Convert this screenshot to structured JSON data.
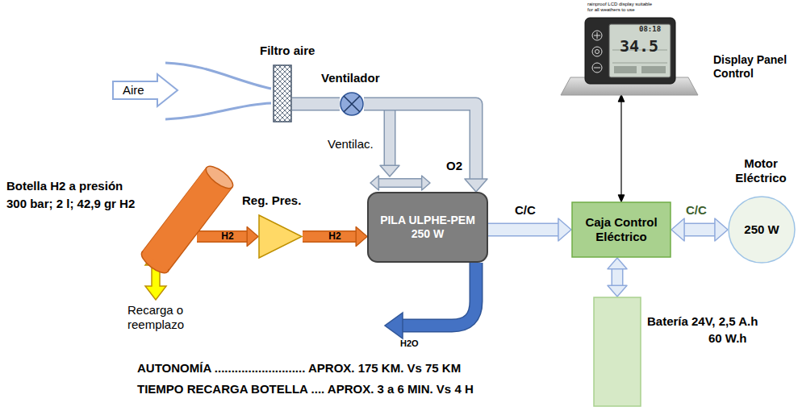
{
  "diagram": {
    "nodes": [
      {
        "text": [
          "Filtro aire"
        ]
      },
      {
        "text": [
          "Ventilador"
        ]
      },
      {
        "text": [
          "Botella H2 a presión",
          "300 bar; 2 l; 42,9 gr H2"
        ]
      },
      {
        "text": [
          "Reg. Pres."
        ]
      },
      {
        "text": [
          "PILA ULPHE-PEM 250 W"
        ]
      },
      {
        "text": [
          "Display Panel Control"
        ]
      },
      {
        "text": [
          "Caja Control Eléctrico"
        ]
      },
      {
        "text": [
          "Motor Eléctrico",
          "250 W"
        ]
      },
      {
        "text": [
          "Batería 24V, 2,5 A.h",
          "60 W.h"
        ]
      }
    ],
    "edges": [
      {
        "from": 0,
        "to": 1,
        "arrow": "none"
      },
      {
        "from": 1,
        "to": 4,
        "label": "Ventilac.",
        "arrow": "to"
      },
      {
        "from": 1,
        "to": 4,
        "label": "O2",
        "arrow": "to"
      },
      {
        "from": 2,
        "to": 3,
        "label": "H2",
        "arrow": "to"
      },
      {
        "from": 3,
        "to": 4,
        "label": "H2",
        "arrow": "to"
      },
      {
        "from": 4,
        "to": 6,
        "label": "C/C",
        "arrow": "to"
      },
      {
        "from": 6,
        "to": 7,
        "label": "C/C",
        "arrow": "both"
      },
      {
        "from": 5,
        "to": 6,
        "arrow": "both"
      },
      {
        "from": 6,
        "to": 8,
        "arrow": "both"
      }
    ],
    "labels": [
      "Aire",
      "Recarga o reemplazo",
      "H2O",
      "rainproof LCD display suitable for all weathers to use",
      "08:18",
      "34.5",
      "AUTONOMÍA ........................... APROX. 175 KM. Vs 75 KM",
      "TIEMPO RECARGA BOTELLA .... APROX. 3 a 6 MIN. Vs 4 H"
    ]
  }
}
